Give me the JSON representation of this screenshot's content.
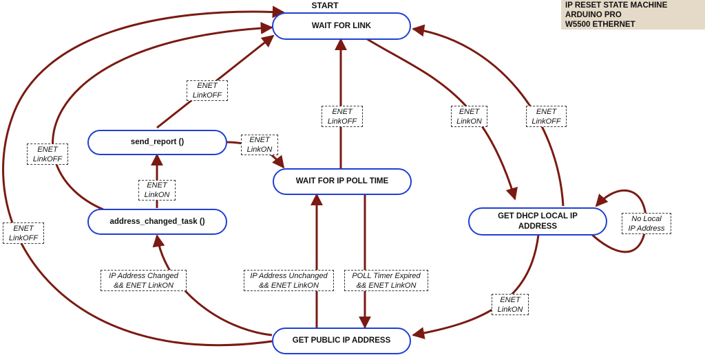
{
  "title_box": {
    "lines": [
      "IP RESET STATE MACHINE",
      "ARDUINO PRO",
      "W5500 ETHERNET"
    ]
  },
  "start_label": "START",
  "states": {
    "wait_for_link": "WAIT FOR LINK",
    "send_report": "send_report ()",
    "wait_for_ip_poll_time": "WAIT FOR IP POLL TIME",
    "address_changed_task": "address_changed_task ()",
    "get_dhcp_local_ip_address": "GET DHCP LOCAL IP\nADDRESS",
    "get_public_ip_address": "GET PUBLIC IP ADDRESS"
  },
  "transitions": {
    "send_report_to_wait_for_link": [
      "ENET",
      "LinkOFF"
    ],
    "address_changed_to_wait_for_link": [
      "ENET",
      "LinkOFF"
    ],
    "public_ip_to_wait_for_link": [
      "ENET",
      "LinkOFF"
    ],
    "poll_time_to_wait_for_link": [
      "ENET",
      "LinkOFF"
    ],
    "wait_for_link_to_dhcp": [
      "ENET",
      "LinkON"
    ],
    "dhcp_to_wait_for_link": [
      "ENET",
      "LinkOFF"
    ],
    "send_report_to_poll_time": [
      "ENET",
      "LinkON"
    ],
    "address_changed_to_send_report": [
      "ENET",
      "LinkON"
    ],
    "dhcp_self_loop": [
      "No Local",
      "IP Address"
    ],
    "public_ip_to_address_changed": [
      "IP Address Changed",
      "&& ENET LinkON"
    ],
    "public_ip_to_poll_time": [
      "IP Address Unchanged",
      "&& ENET LinkON"
    ],
    "poll_time_to_public_ip": [
      "POLL Timer Expired",
      "&& ENET LinkON"
    ],
    "dhcp_to_public_ip": [
      "ENET",
      "LinkON"
    ]
  },
  "colors": {
    "arrow": "#7a1a12",
    "state_border": "#1f3fd2",
    "title_bg": "#e5d9c8"
  }
}
